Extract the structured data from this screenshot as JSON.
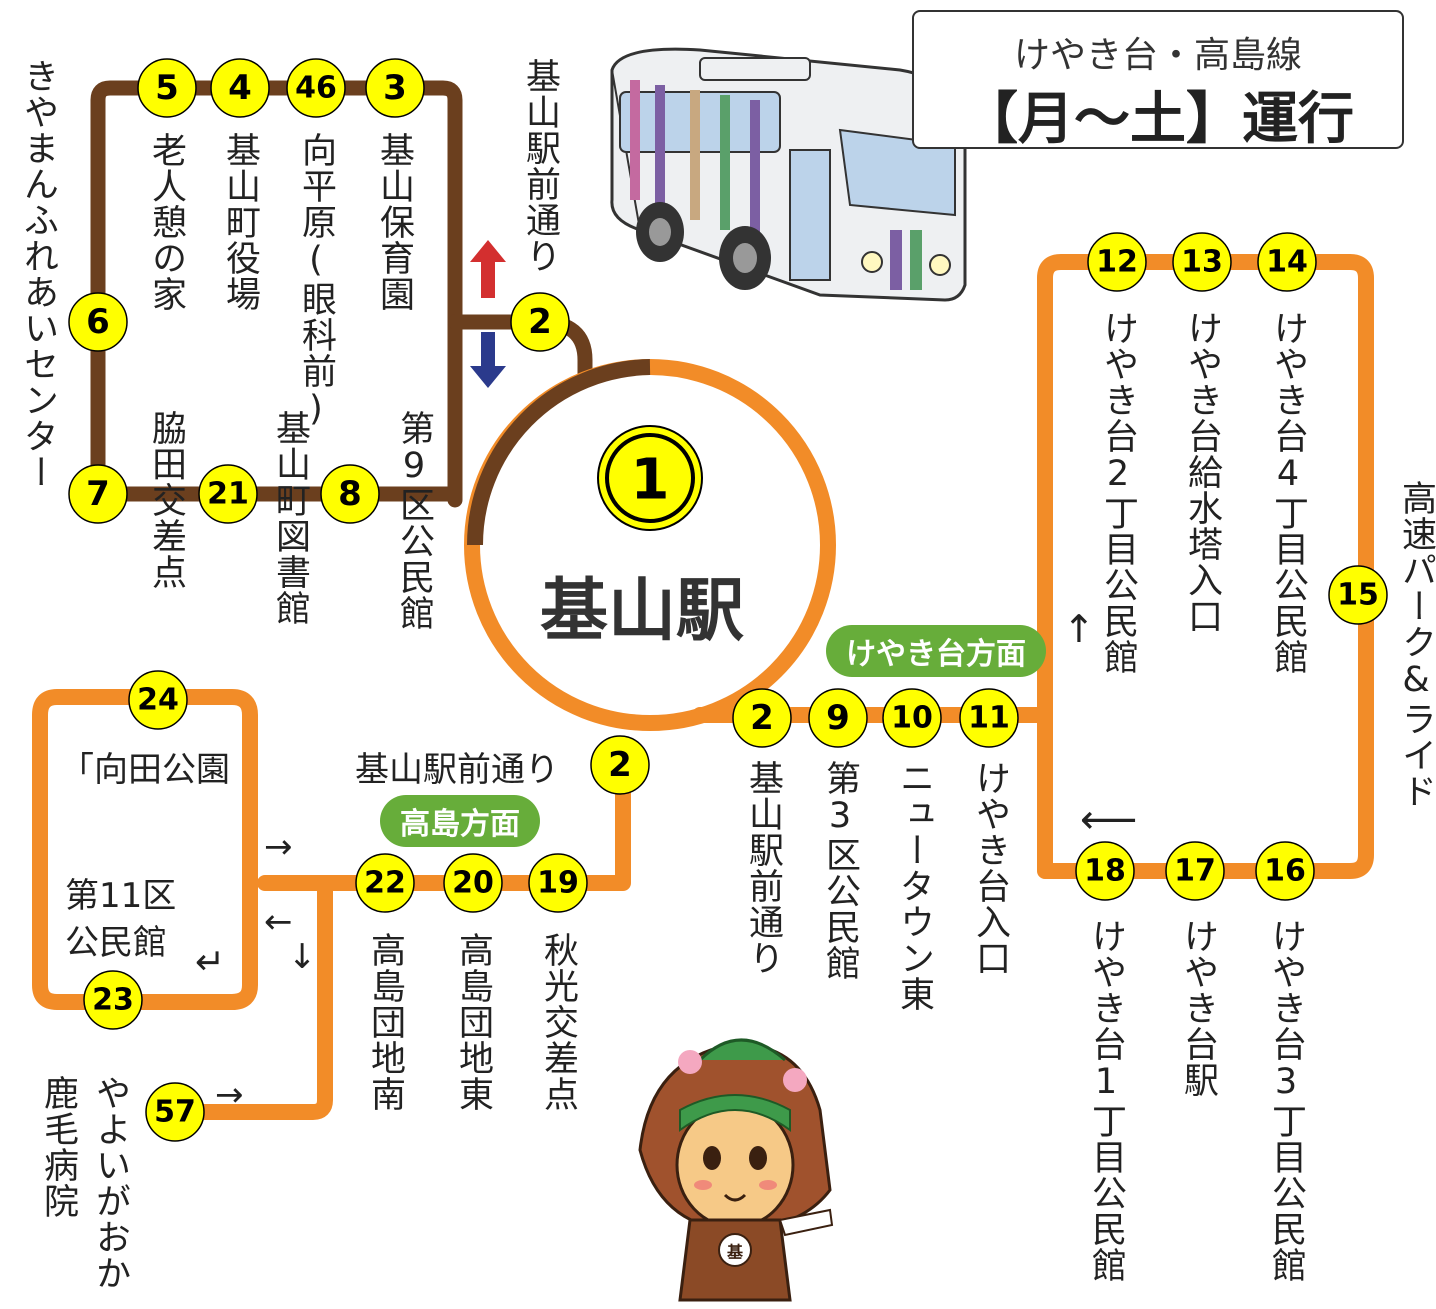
{
  "title": {
    "line": "けやき台・高島線",
    "schedule": "【月～土】運行"
  },
  "hub": {
    "number": "①",
    "name": "基山駅"
  },
  "badges": {
    "keyakidai": "けやき台方面",
    "takashima": "高島方面"
  },
  "stops_north": [
    {
      "num": "5",
      "name": "老人憩の家"
    },
    {
      "num": "4",
      "name": "基山町役場"
    },
    {
      "num": "46",
      "name": "向平原(眼科前)"
    },
    {
      "num": "3",
      "name": "基山保育園"
    },
    {
      "num": "6",
      "name": "きやまんふれあいセンター"
    },
    {
      "num": "7",
      "name": "脇田交差点"
    },
    {
      "num": "21",
      "name": "基山町図書館"
    },
    {
      "num": "8",
      "name": "第9区公民館"
    },
    {
      "num": "2",
      "name": "基山駅前通り"
    }
  ],
  "stops_keyakidai": [
    {
      "num": "2",
      "name": "基山駅前通り"
    },
    {
      "num": "9",
      "name": "第3区公民館"
    },
    {
      "num": "10",
      "name": "ニュータウン東"
    },
    {
      "num": "11",
      "name": "けやき台入口"
    },
    {
      "num": "12",
      "name": "けやき台2丁目公民館"
    },
    {
      "num": "13",
      "name": "けやき台給水塔入口"
    },
    {
      "num": "14",
      "name": "けやき台4丁目公民館"
    },
    {
      "num": "15",
      "name": "高速パーク&ライド"
    },
    {
      "num": "16",
      "name": "けやき台3丁目公民館"
    },
    {
      "num": "17",
      "name": "けやき台駅"
    },
    {
      "num": "18",
      "name": "けやき台1丁目公民館"
    }
  ],
  "stops_takashima": [
    {
      "num": "2",
      "name": "基山駅前通り"
    },
    {
      "num": "19",
      "name": "秋光交差点"
    },
    {
      "num": "20",
      "name": "高島団地東"
    },
    {
      "num": "22",
      "name": "高島団地南"
    },
    {
      "num": "24",
      "name": "向田公園"
    },
    {
      "num": "23",
      "name": "第11区 公民館"
    },
    {
      "num": "57",
      "name": "やよいがおか 鹿毛病院"
    }
  ],
  "labels": {
    "mukoda_bracket": "「向田公園",
    "dai11_line1": "第11区",
    "dai11_line2": "公民館",
    "yayoi": "やよいがおか",
    "kage": "鹿毛病院"
  },
  "colors": {
    "north_route": "#6b3f1e",
    "south_route": "#f28c28",
    "stop_fill": "#ffff00",
    "badge": "#67ad3a"
  }
}
